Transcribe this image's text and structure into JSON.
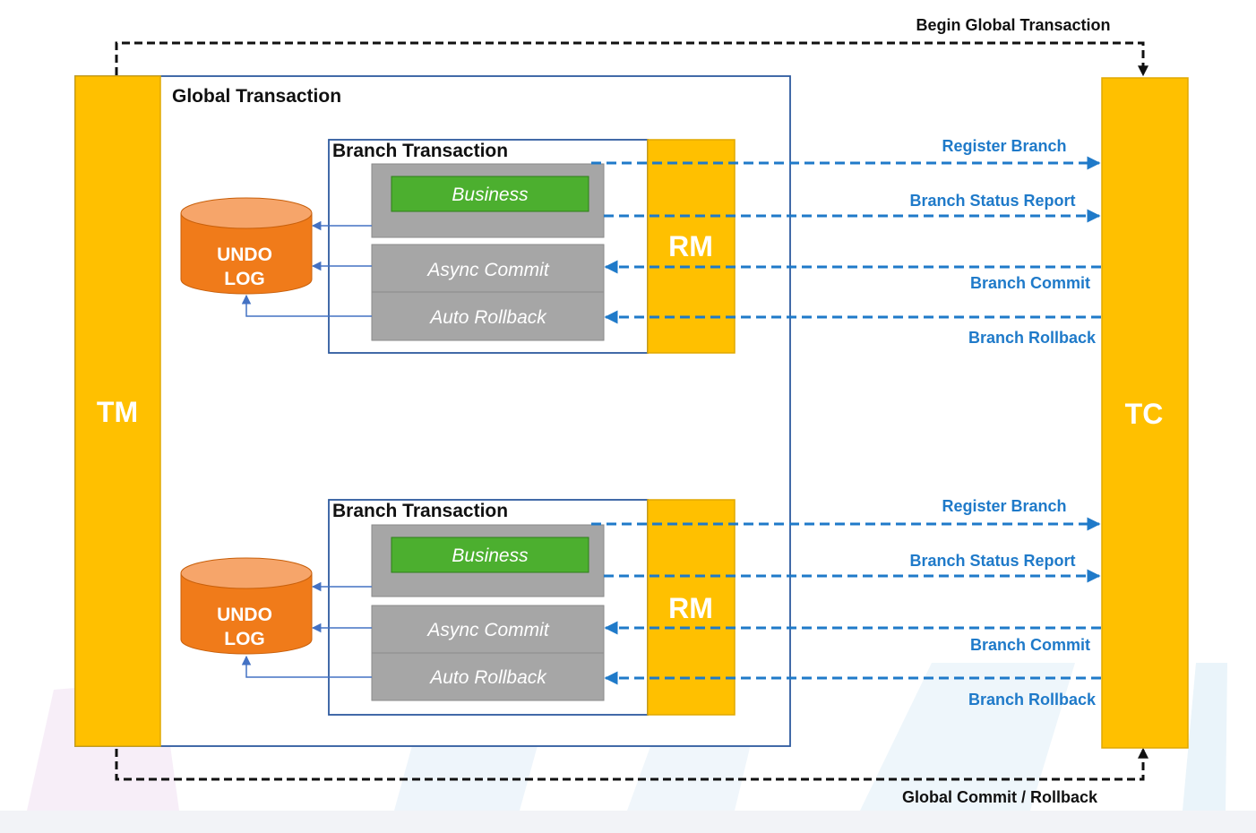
{
  "diagram": {
    "tm_label": "TM",
    "tc_label": "TC",
    "global_transaction_label": "Global Transaction",
    "begin_global_label": "Begin Global Transaction",
    "global_commit_label": "Global Commit / Rollback",
    "branches": [
      {
        "title": "Branch Transaction",
        "rm_label": "RM",
        "business_label": "Business",
        "async_commit_label": "Async Commit",
        "auto_rollback_label": "Auto Rollback",
        "undo_line1": "UNDO",
        "undo_line2": "LOG",
        "register_label": "Register Branch",
        "status_label": "Branch Status Report",
        "commit_label": "Branch Commit",
        "rollback_label": "Branch Rollback"
      },
      {
        "title": "Branch Transaction",
        "rm_label": "RM",
        "business_label": "Business",
        "async_commit_label": "Async Commit",
        "auto_rollback_label": "Auto Rollback",
        "undo_line1": "UNDO",
        "undo_line2": "LOG",
        "register_label": "Register Branch",
        "status_label": "Branch Status Report",
        "commit_label": "Branch Commit",
        "rollback_label": "Branch Rollback"
      }
    ]
  },
  "colors": {
    "component": "#FFC000",
    "component_border": "#E0A800",
    "blue_arrow": "#1F7AC9",
    "undo_log": "#F07B1A",
    "business": "#4CAF2F",
    "grey_block": "#A6A6A6"
  }
}
